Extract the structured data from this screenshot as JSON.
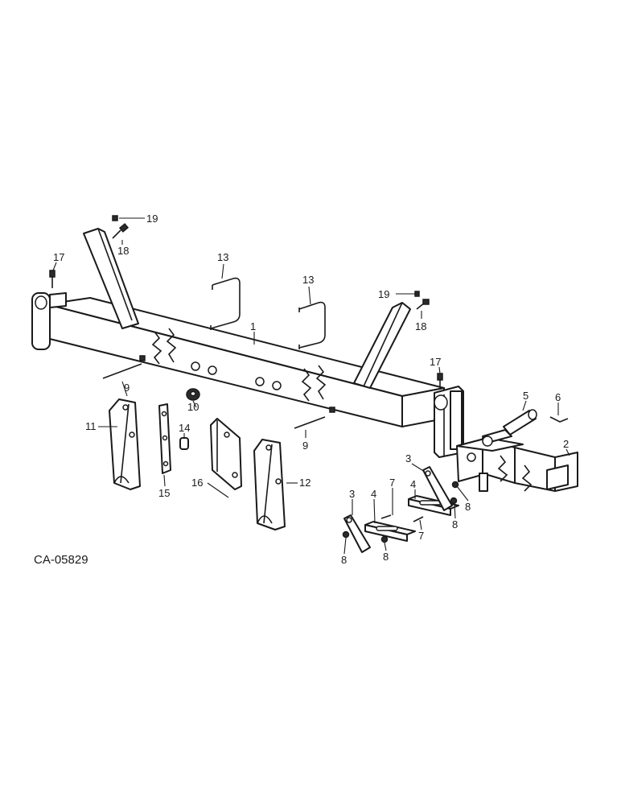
{
  "drawing_code": "CA-05829",
  "callouts": [
    {
      "id": "c1",
      "text": "1"
    },
    {
      "id": "c2",
      "text": "2"
    },
    {
      "id": "c3a",
      "text": "3"
    },
    {
      "id": "c3b",
      "text": "3"
    },
    {
      "id": "c4a",
      "text": "4"
    },
    {
      "id": "c4b",
      "text": "4"
    },
    {
      "id": "c5",
      "text": "5"
    },
    {
      "id": "c6",
      "text": "6"
    },
    {
      "id": "c7a",
      "text": "7"
    },
    {
      "id": "c7b",
      "text": "7"
    },
    {
      "id": "c8a",
      "text": "8"
    },
    {
      "id": "c8b",
      "text": "8"
    },
    {
      "id": "c8c",
      "text": "8"
    },
    {
      "id": "c8d",
      "text": "8"
    },
    {
      "id": "c9a",
      "text": "9"
    },
    {
      "id": "c9b",
      "text": "9"
    },
    {
      "id": "c10",
      "text": "10"
    },
    {
      "id": "c11",
      "text": "11"
    },
    {
      "id": "c12",
      "text": "12"
    },
    {
      "id": "c13a",
      "text": "13"
    },
    {
      "id": "c13b",
      "text": "13"
    },
    {
      "id": "c14",
      "text": "14"
    },
    {
      "id": "c15",
      "text": "15"
    },
    {
      "id": "c16",
      "text": "16"
    },
    {
      "id": "c17a",
      "text": "17"
    },
    {
      "id": "c17b",
      "text": "17"
    },
    {
      "id": "c18a",
      "text": "18"
    },
    {
      "id": "c18b",
      "text": "18"
    },
    {
      "id": "c19a",
      "text": "19"
    },
    {
      "id": "c19b",
      "text": "19"
    }
  ]
}
